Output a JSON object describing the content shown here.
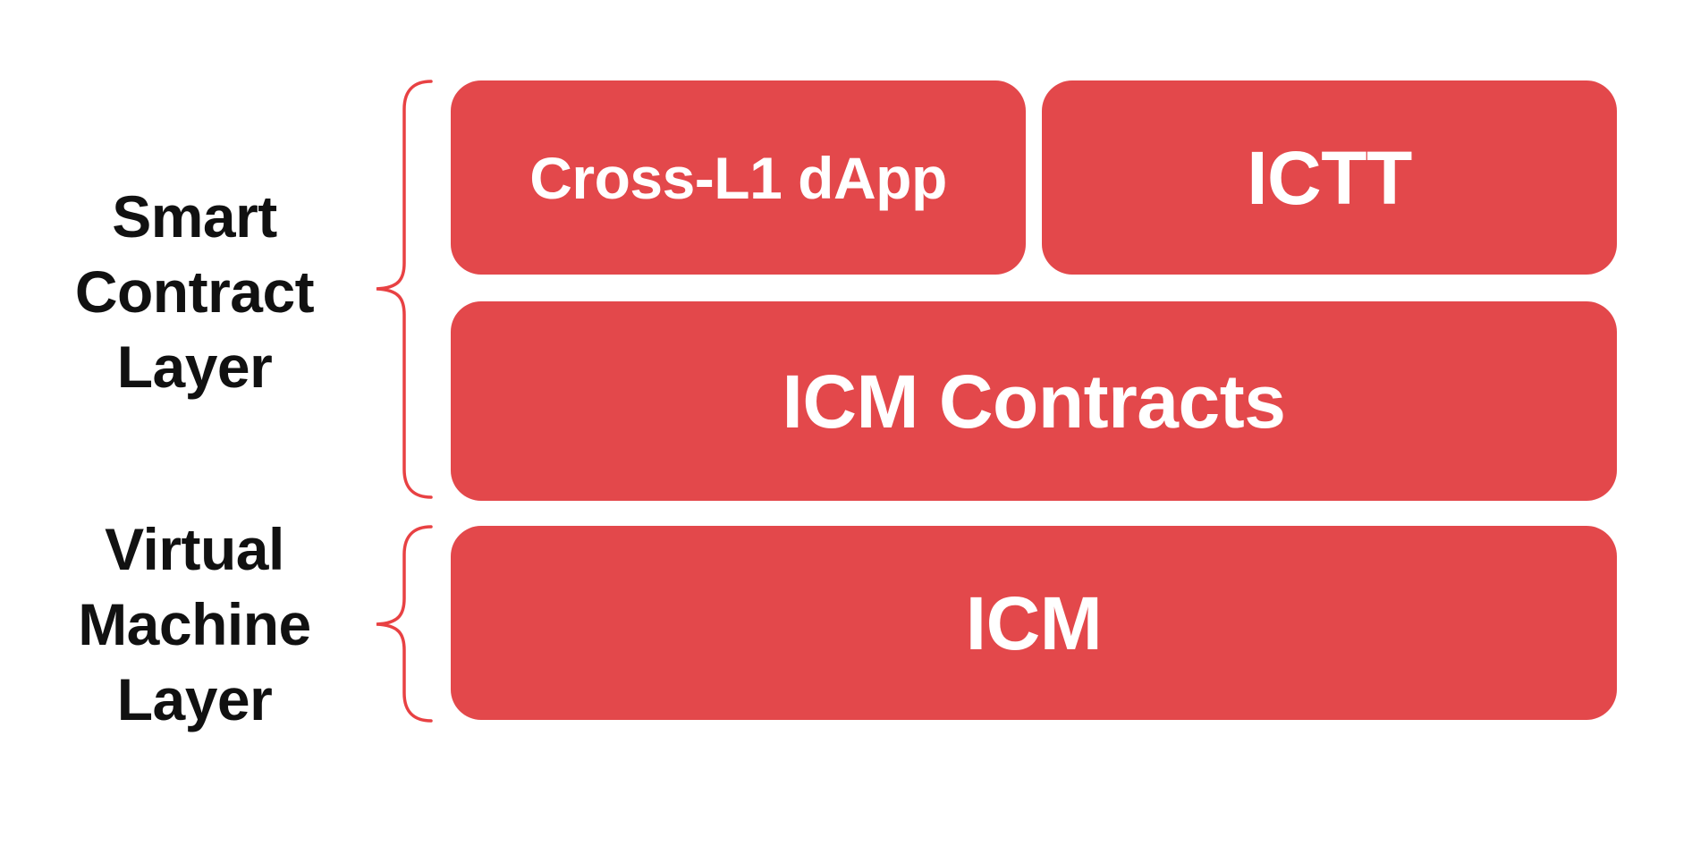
{
  "colors": {
    "background": "#ffffff",
    "box_fill": "#e3484b",
    "box_text": "#ffffff",
    "brace_stroke": "#e84143",
    "label_text": "#111111"
  },
  "layers": [
    {
      "id": "smart-contract-layer",
      "label": "Smart\nContract\nLayer",
      "boxes": [
        {
          "id": "cross-l1-dapp",
          "label": "Cross-L1 dApp"
        },
        {
          "id": "ictt",
          "label": "ICTT"
        },
        {
          "id": "icm-contracts",
          "label": "ICM Contracts"
        }
      ]
    },
    {
      "id": "virtual-machine-layer",
      "label": "Virtual\nMachine\nLayer",
      "boxes": [
        {
          "id": "icm",
          "label": "ICM"
        }
      ]
    }
  ]
}
